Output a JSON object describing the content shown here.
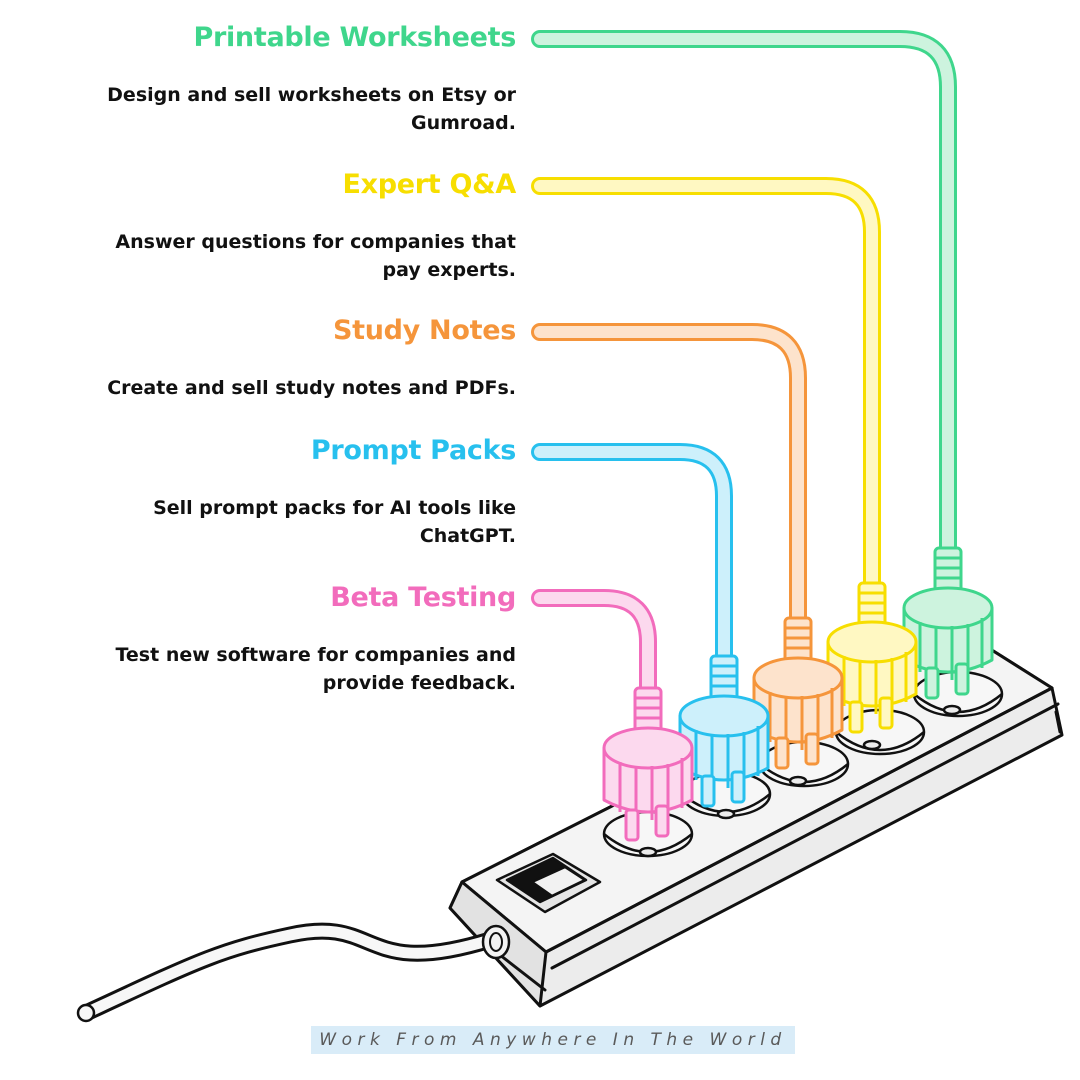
{
  "items": [
    {
      "title": "Printable Worksheets",
      "desc": "Design and sell worksheets on Etsy or Gumroad.",
      "color": "#3fd68c",
      "light": "#cdf3de"
    },
    {
      "title": "Expert Q&A",
      "desc": "Answer questions for companies that pay experts.",
      "color": "#f7de00",
      "light": "#fff8c2"
    },
    {
      "title": "Study Notes",
      "desc": "Create and sell study notes and PDFs.",
      "color": "#f5953b",
      "light": "#fde3cc"
    },
    {
      "title": "Prompt Packs",
      "desc": "Sell prompt packs for AI tools like ChatGPT.",
      "color": "#27c0ee",
      "light": "#cdf0fb"
    },
    {
      "title": "Beta Testing",
      "desc": "Test new software for companies and provide feedback.",
      "color": "#f26cbc",
      "light": "#fcd9ee"
    }
  ],
  "footer": "Work From Anywhere In The World"
}
